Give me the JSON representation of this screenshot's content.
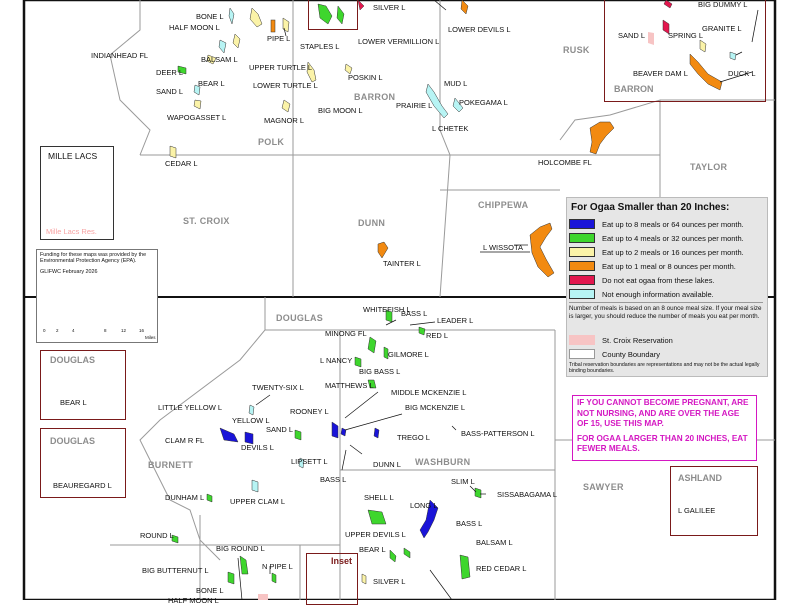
{
  "colors": {
    "eight_meals": "#1a14d8",
    "four_meals": "#3ed62d",
    "two_meals": "#fbf3a8",
    "one_meal": "#f28a11",
    "do_not_eat": "#e3174e",
    "not_enough": "#b7f4f4",
    "reservation": "#f7c4c4",
    "county_line": "#9a9a9a",
    "inset_border": "#7a1a1a",
    "warning": "#d417c2"
  },
  "legend": {
    "title": "For Ogaa Smaller than 20 Inches:",
    "items": [
      {
        "label": "Eat up to 8 meals or 64 ounces per month.",
        "color": "#1a14d8"
      },
      {
        "label": "Eat up to 4 meals or 32 ounces per month.",
        "color": "#3ed62d"
      },
      {
        "label": "Eat up to 2 meals or 16 ounces per month.",
        "color": "#fbf3a8"
      },
      {
        "label": "Eat up to 1 meal or 8 ounces per month.",
        "color": "#f28a11"
      },
      {
        "label": "Do not eat ogaa from these lakes.",
        "color": "#e3174e"
      },
      {
        "label": "Not enough information available.",
        "color": "#b7f4f4"
      }
    ],
    "note": "Number of meals is based on an 8 ounce meal size. If your meal size is larger, you should reduce the number of meals you eat per month.",
    "reservation_label": "St. Croix Reservation",
    "county_label": "County Boundary",
    "footnote": "Tribal reservation boundaries are representations and may not be the actual legally binding boundaries."
  },
  "warning": {
    "line1": "IF YOU CANNOT BECOME PREGNANT, ARE NOT NURSING, AND ARE OVER THE AGE OF 15, USE THIS MAP.",
    "line2": "FOR OGAA LARGER THAN 20 INCHES, EAT FEWER MEALS."
  },
  "funding": {
    "text": "Funding for these maps was provided by the Environmental Protection Agency (EPA).",
    "org": "GLIFWC  February 2026",
    "scale_ticks": [
      "0",
      "2",
      "4",
      "8",
      "12",
      "16"
    ],
    "scale_unit": "Miles"
  },
  "mille_lacs": {
    "title": "MILLE LACS",
    "subtitle": "Mille Lacs Res."
  },
  "counties_top": {
    "polk": "POLK",
    "barron": "BARRON",
    "st_croix": "ST. CROIX",
    "dunn": "DUNN",
    "chippewa": "CHIPPEWA",
    "rusk": "RUSK",
    "taylor": "TAYLOR",
    "barron_inset": "BARRON"
  },
  "counties_bottom": {
    "douglas": "DOUGLAS",
    "burnett": "BURNETT",
    "washburn": "WASHBURN",
    "sawyer": "SAWYER",
    "douglas_inset1": "DOUGLAS",
    "douglas_inset2": "DOUGLAS",
    "ashland": "ASHLAND"
  },
  "inset_label": "Inset",
  "lakes_top": [
    "BONE L",
    "HALF MOON L",
    "PIPE L",
    "STAPLES L",
    "SILVER L",
    "LOWER VERMILLION L",
    "LOWER DEVILS L",
    "INDIANHEAD FL",
    "BALSAM L",
    "DEER L",
    "UPPER TURTLE L",
    "POSKIN L",
    "BEAR L",
    "LOWER TURTLE L",
    "SAND L",
    "WAPOGASSET L",
    "BIG MOON L",
    "MAGNOR L",
    "MUD L",
    "PRAIRIE L",
    "POKEGAMA L",
    "L CHETEK",
    "CEDAR L",
    "HOLCOMBE FL",
    "L WISSOTA",
    "TAINTER L",
    "BIG DUMMY L",
    "SAND L",
    "SPRING L",
    "GRANITE L",
    "BEAVER DAM L",
    "DUCK L"
  ],
  "lakes_bottom": [
    "WHITEFISH L",
    "BASS L",
    "LEADER L",
    "MINONG FL",
    "RED L",
    "GILMORE L",
    "L NANCY",
    "BIG BASS L",
    "TWENTY-SIX L",
    "MATTHEWS L",
    "MIDDLE MCKENZIE L",
    "LITTLE YELLOW L",
    "BIG MCKENZIE L",
    "YELLOW L",
    "ROONEY L",
    "SAND L",
    "TREGO L",
    "CLAM R FL",
    "DEVILS L",
    "BASS-PATTERSON L",
    "LIPSETT L",
    "DUNN L",
    "BASS L",
    "SLIM L",
    "DUNHAM L",
    "UPPER CLAM L",
    "SHELL L",
    "SISSABAGAMA L",
    "LONG L",
    "BASS L",
    "ROUND L",
    "UPPER DEVILS L",
    "BALSAM L",
    "BIG ROUND L",
    "BEAR L",
    "RED CEDAR L",
    "N PIPE L",
    "BIG BUTTERNUT L",
    "SILVER L",
    "BONE L",
    "HALF MOON L",
    "BEAR L",
    "BEAUREGARD L",
    "L GALILEE"
  ]
}
